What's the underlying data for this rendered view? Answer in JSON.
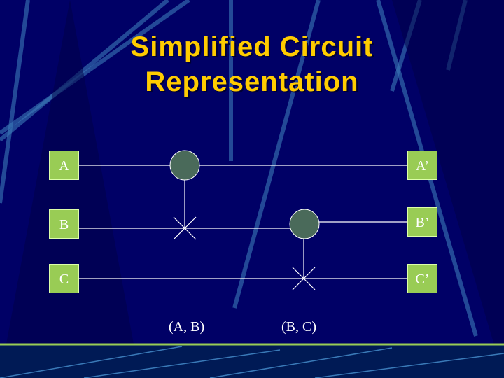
{
  "title": {
    "line1": "Simplified Circuit",
    "line2": "Representation"
  },
  "inputs": [
    "A",
    "B",
    "C"
  ],
  "outputs": [
    "A’",
    "B’",
    "C’"
  ],
  "gates": [
    "(A, B)",
    "(B, C)"
  ],
  "colors": {
    "background": "#000066",
    "title": "#FFCC00",
    "box": "#99CC55",
    "node": "#4a6a5a"
  }
}
